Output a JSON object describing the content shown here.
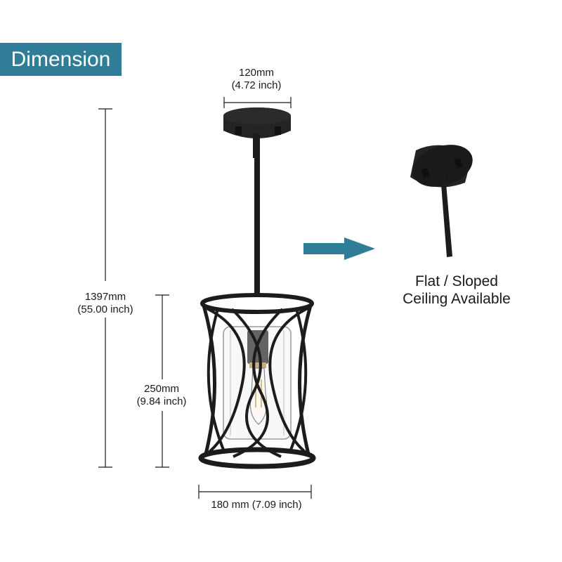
{
  "header": {
    "title": "Dimension"
  },
  "dimensions": {
    "canopy": {
      "mm": "120mm",
      "inch": "(4.72 inch)"
    },
    "total_height": {
      "mm": "1397mm",
      "inch": "(55.00 inch)"
    },
    "shade_height": {
      "mm": "250mm",
      "inch": "(9.84 inch)"
    },
    "shade_width": {
      "label": "180 mm (7.09 inch)"
    }
  },
  "callout": {
    "line1": "Flat / Sloped",
    "line2": "Ceiling Available"
  },
  "colors": {
    "accent": "#2f7d96",
    "fixture": "#1c1c1c",
    "text": "#1a1a1a"
  }
}
